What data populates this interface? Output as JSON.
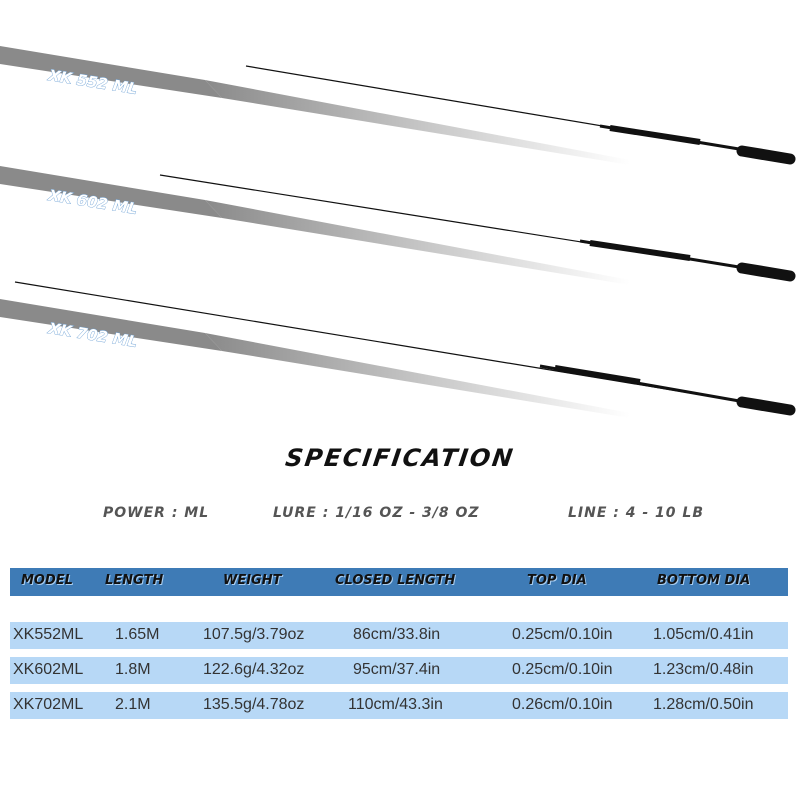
{
  "models": [
    {
      "banner": "XK 552 ML"
    },
    {
      "banner": "XK 602 ML"
    },
    {
      "banner": "XK 702 ML"
    }
  ],
  "title": "SPECIFICATION",
  "specs": {
    "power": "POWER : ML",
    "lure": "LURE : 1/16 OZ  - 3/8 OZ",
    "line": "LINE : 4 - 10 LB"
  },
  "table": {
    "headers": [
      "MODEL",
      "LENGTH",
      "WEIGHT",
      "CLOSED LENGTH",
      "TOP DIA",
      "BOTTOM DIA"
    ],
    "rows": [
      [
        "XK552ML",
        "1.65M",
        "107.5g/3.79oz",
        "86cm/33.8in",
        "0.25cm/0.10in",
        "1.05cm/0.41in"
      ],
      [
        "XK602ML",
        "1.8M",
        "122.6g/4.32oz",
        "95cm/37.4in",
        "0.25cm/0.10in",
        "1.23cm/0.48in"
      ],
      [
        "XK702ML",
        "2.1M",
        "135.5g/4.78oz",
        "110cm/43.3in",
        "0.26cm/0.10in",
        "1.28cm/0.50in"
      ]
    ]
  },
  "colors": {
    "header": "#3e7bb6",
    "row": "#b7d8f6",
    "banner": "#8a8a8a"
  }
}
